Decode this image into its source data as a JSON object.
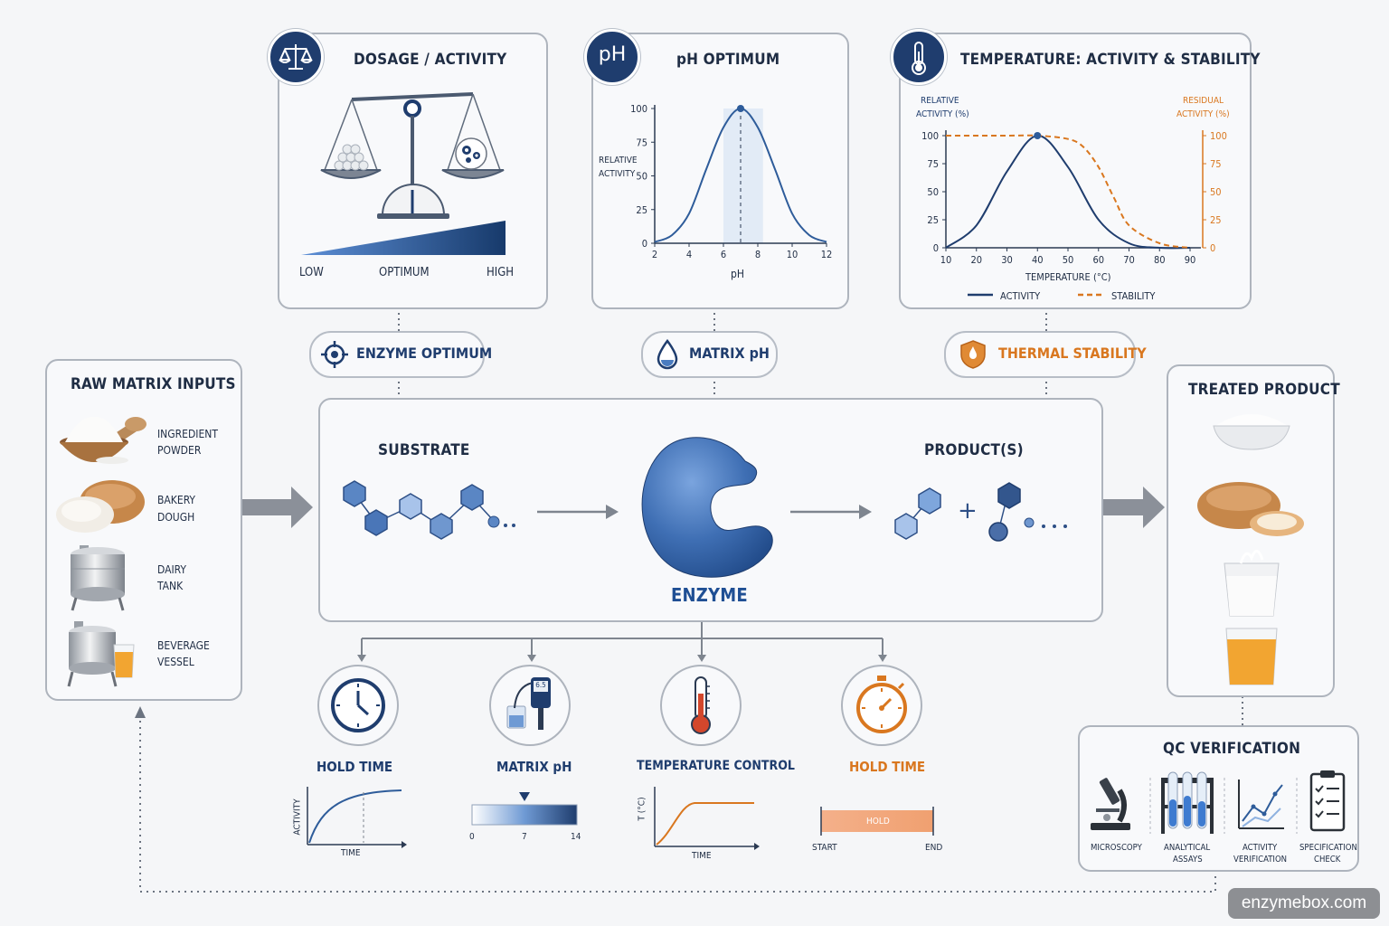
{
  "colors": {
    "navy": "#1f3d6e",
    "blue": "#2e5c9a",
    "orange": "#d9771f",
    "gray": "#8b9099",
    "panel_border": "#aeb4bd"
  },
  "dosage": {
    "title": "DOSAGE / ACTIVITY",
    "icon": "balance-scale-icon",
    "low": "LOW",
    "optimum": "OPTIMUM",
    "high": "HIGH"
  },
  "ph": {
    "badge": "pH",
    "title": "pH OPTIMUM",
    "y_label_1": "RELATIVE",
    "y_label_2": "ACTIVITY",
    "x_label": "pH",
    "y_ticks": [
      "100",
      "75",
      "50",
      "25",
      "0"
    ],
    "x_ticks": [
      "2",
      "4",
      "6",
      "8",
      "10",
      "12"
    ]
  },
  "temp": {
    "title": "TEMPERATURE: ACTIVITY & STABILITY",
    "icon": "thermometer-icon",
    "left_label_1": "RELATIVE",
    "left_label_2": "ACTIVITY (%)",
    "right_label_1": "RESIDUAL",
    "right_label_2": "ACTIVITY (%)",
    "y_ticks": [
      "100",
      "75",
      "50",
      "25",
      "0"
    ],
    "x_ticks": [
      "10",
      "20",
      "30",
      "40",
      "50",
      "60",
      "70",
      "80",
      "90"
    ],
    "x_label": "TEMPERATURE (°C)",
    "legend_activity": "ACTIVITY",
    "legend_stability": "STABILITY"
  },
  "chart_data": [
    {
      "type": "line",
      "title": "pH OPTIMUM",
      "xlabel": "pH",
      "ylabel": "RELATIVE ACTIVITY",
      "xlim": [
        2,
        12
      ],
      "ylim": [
        0,
        100
      ],
      "series": [
        {
          "values": [
            {
              "x": 2,
              "y": 1
            },
            {
              "x": 3,
              "y": 6
            },
            {
              "x": 4,
              "y": 22
            },
            {
              "x": 5,
              "y": 55
            },
            {
              "x": 6,
              "y": 86
            },
            {
              "x": 7,
              "y": 100
            },
            {
              "x": 8,
              "y": 86
            },
            {
              "x": 9,
              "y": 55
            },
            {
              "x": 10,
              "y": 22
            },
            {
              "x": 11,
              "y": 6
            },
            {
              "x": 12,
              "y": 1
            }
          ]
        }
      ],
      "optimum_x": 7,
      "optimum_band": [
        6,
        8.3
      ]
    },
    {
      "type": "line",
      "title": "TEMPERATURE: ACTIVITY & STABILITY",
      "xlabel": "TEMPERATURE (°C)",
      "ylabel": "RELATIVE ACTIVITY (%)",
      "y2label": "RESIDUAL ACTIVITY (%)",
      "xlim": [
        10,
        90
      ],
      "ylim": [
        0,
        100
      ],
      "series": [
        {
          "name": "ACTIVITY",
          "values": [
            {
              "x": 10,
              "y": 0
            },
            {
              "x": 20,
              "y": 20
            },
            {
              "x": 30,
              "y": 68
            },
            {
              "x": 40,
              "y": 100
            },
            {
              "x": 50,
              "y": 72
            },
            {
              "x": 60,
              "y": 25
            },
            {
              "x": 70,
              "y": 4
            },
            {
              "x": 80,
              "y": 0
            },
            {
              "x": 90,
              "y": 0
            }
          ]
        },
        {
          "name": "STABILITY",
          "values": [
            {
              "x": 10,
              "y": 100
            },
            {
              "x": 20,
              "y": 100
            },
            {
              "x": 30,
              "y": 100
            },
            {
              "x": 40,
              "y": 100
            },
            {
              "x": 50,
              "y": 97
            },
            {
              "x": 55,
              "y": 90
            },
            {
              "x": 60,
              "y": 72
            },
            {
              "x": 65,
              "y": 45
            },
            {
              "x": 70,
              "y": 20
            },
            {
              "x": 80,
              "y": 4
            },
            {
              "x": 90,
              "y": 0
            }
          ]
        }
      ]
    }
  ],
  "pills": {
    "enzyme_optimum": "ENZYME OPTIMUM",
    "matrix_ph": "MATRIX pH",
    "thermal_stability": "THERMAL STABILITY"
  },
  "raw": {
    "title": "RAW MATRIX INPUTS",
    "items": [
      {
        "l1": "INGREDIENT",
        "l2": "POWDER",
        "icon": "powder-bowl-icon"
      },
      {
        "l1": "BAKERY",
        "l2": "DOUGH",
        "icon": "bread-dough-icon"
      },
      {
        "l1": "DAIRY",
        "l2": "TANK",
        "icon": "dairy-tank-icon"
      },
      {
        "l1": "BEVERAGE",
        "l2": "VESSEL",
        "icon": "beverage-vessel-icon"
      }
    ]
  },
  "reaction": {
    "substrate": "SUBSTRATE",
    "products": "PRODUCT(S)",
    "enzyme": "ENZYME",
    "plus": "+"
  },
  "treated": {
    "title": "TREATED PRODUCT"
  },
  "steps": {
    "hold_time": "HOLD TIME",
    "matrix_ph": "MATRIX pH",
    "temp_control": "TEMPERATURE CONTROL",
    "hold_time_2": "HOLD TIME",
    "activity": "ACTIVITY",
    "time": "TIME",
    "ph_scale": [
      "0",
      "7",
      "14"
    ],
    "ph_meter_reading": "6.5",
    "temp_axis": "T (°C)",
    "hold": "HOLD",
    "start": "START",
    "end": "END"
  },
  "qc": {
    "title": "QC VERIFICATION",
    "items": [
      {
        "l1": "MICROSCOPY",
        "l2": "",
        "icon": "microscope-icon"
      },
      {
        "l1": "ANALYTICAL",
        "l2": "ASSAYS",
        "icon": "test-tubes-icon"
      },
      {
        "l1": "ACTIVITY",
        "l2": "VERIFICATION",
        "icon": "trend-chart-icon"
      },
      {
        "l1": "SPECIFICATION",
        "l2": "CHECK",
        "icon": "checklist-icon"
      }
    ]
  },
  "watermark": "enzymebox.com"
}
